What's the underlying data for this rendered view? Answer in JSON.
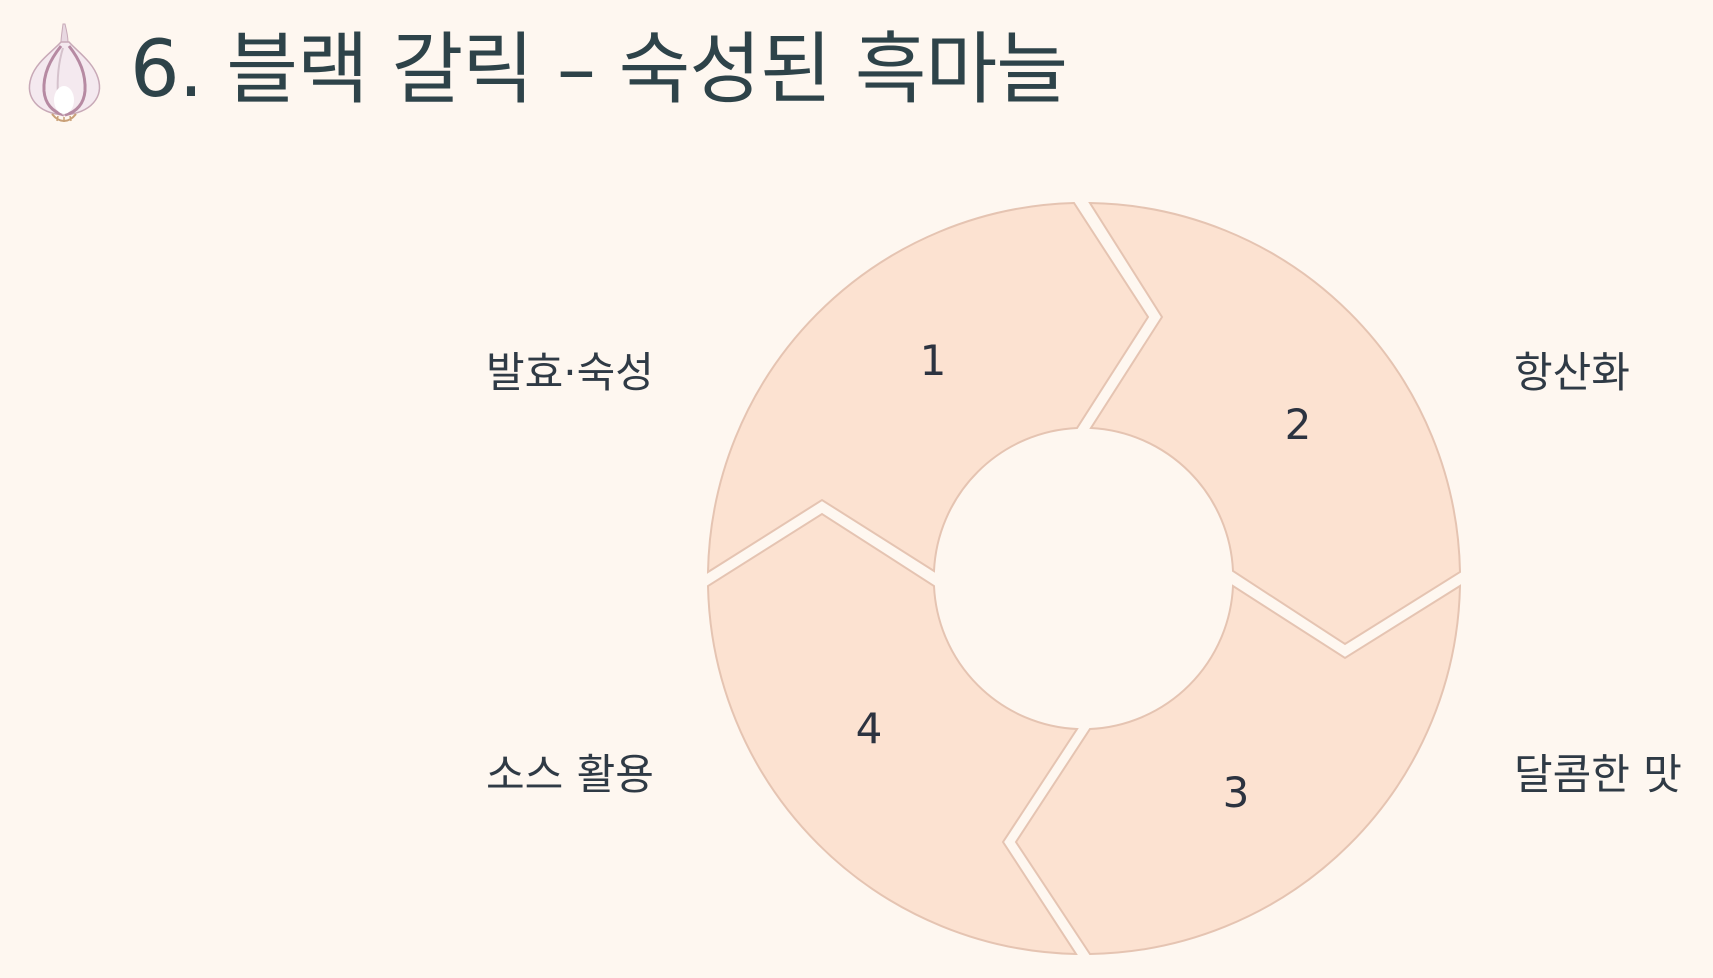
{
  "slide": {
    "title": "6. 블랙 갈릭 – 숙성된 흑마늘",
    "icon": "garlic-icon"
  },
  "diagram": {
    "type": "cycle",
    "steps": [
      {
        "number": "1",
        "label": "발효·숙성"
      },
      {
        "number": "2",
        "label": "항산화"
      },
      {
        "number": "3",
        "label": "달콤한 맛"
      },
      {
        "number": "4",
        "label": "소스 활용"
      }
    ],
    "colors": {
      "segment_fill": "#FCE2D1",
      "segment_stroke": "#E5C4B2",
      "number_text": "#2C3340",
      "label_text": "#2F3A45",
      "title_text": "#2E4349",
      "background": "#FEF7F0"
    }
  }
}
